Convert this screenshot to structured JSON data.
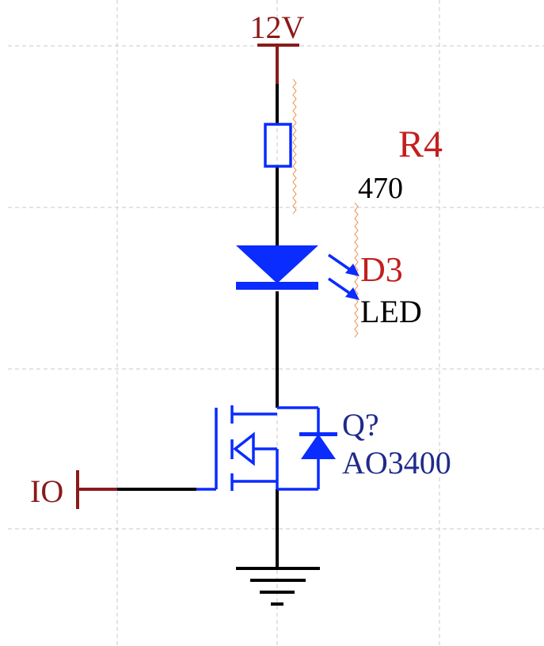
{
  "diagram": {
    "power_label": "12V",
    "input_label": "IO",
    "resistor": {
      "designator": "R4",
      "value": "470"
    },
    "led": {
      "designator": "D3",
      "value": "LED"
    },
    "mosfet": {
      "designator": "Q?",
      "value": "AO3400"
    }
  },
  "colors": {
    "port_red": "#8b1a1a",
    "designator_red": "#c21f1f",
    "component_blue": "#0a2cff",
    "label_navy": "#1f2a8a",
    "wire": "#000000",
    "grid": "#c8c8c8",
    "overlay_orange": "#f08a4b"
  }
}
